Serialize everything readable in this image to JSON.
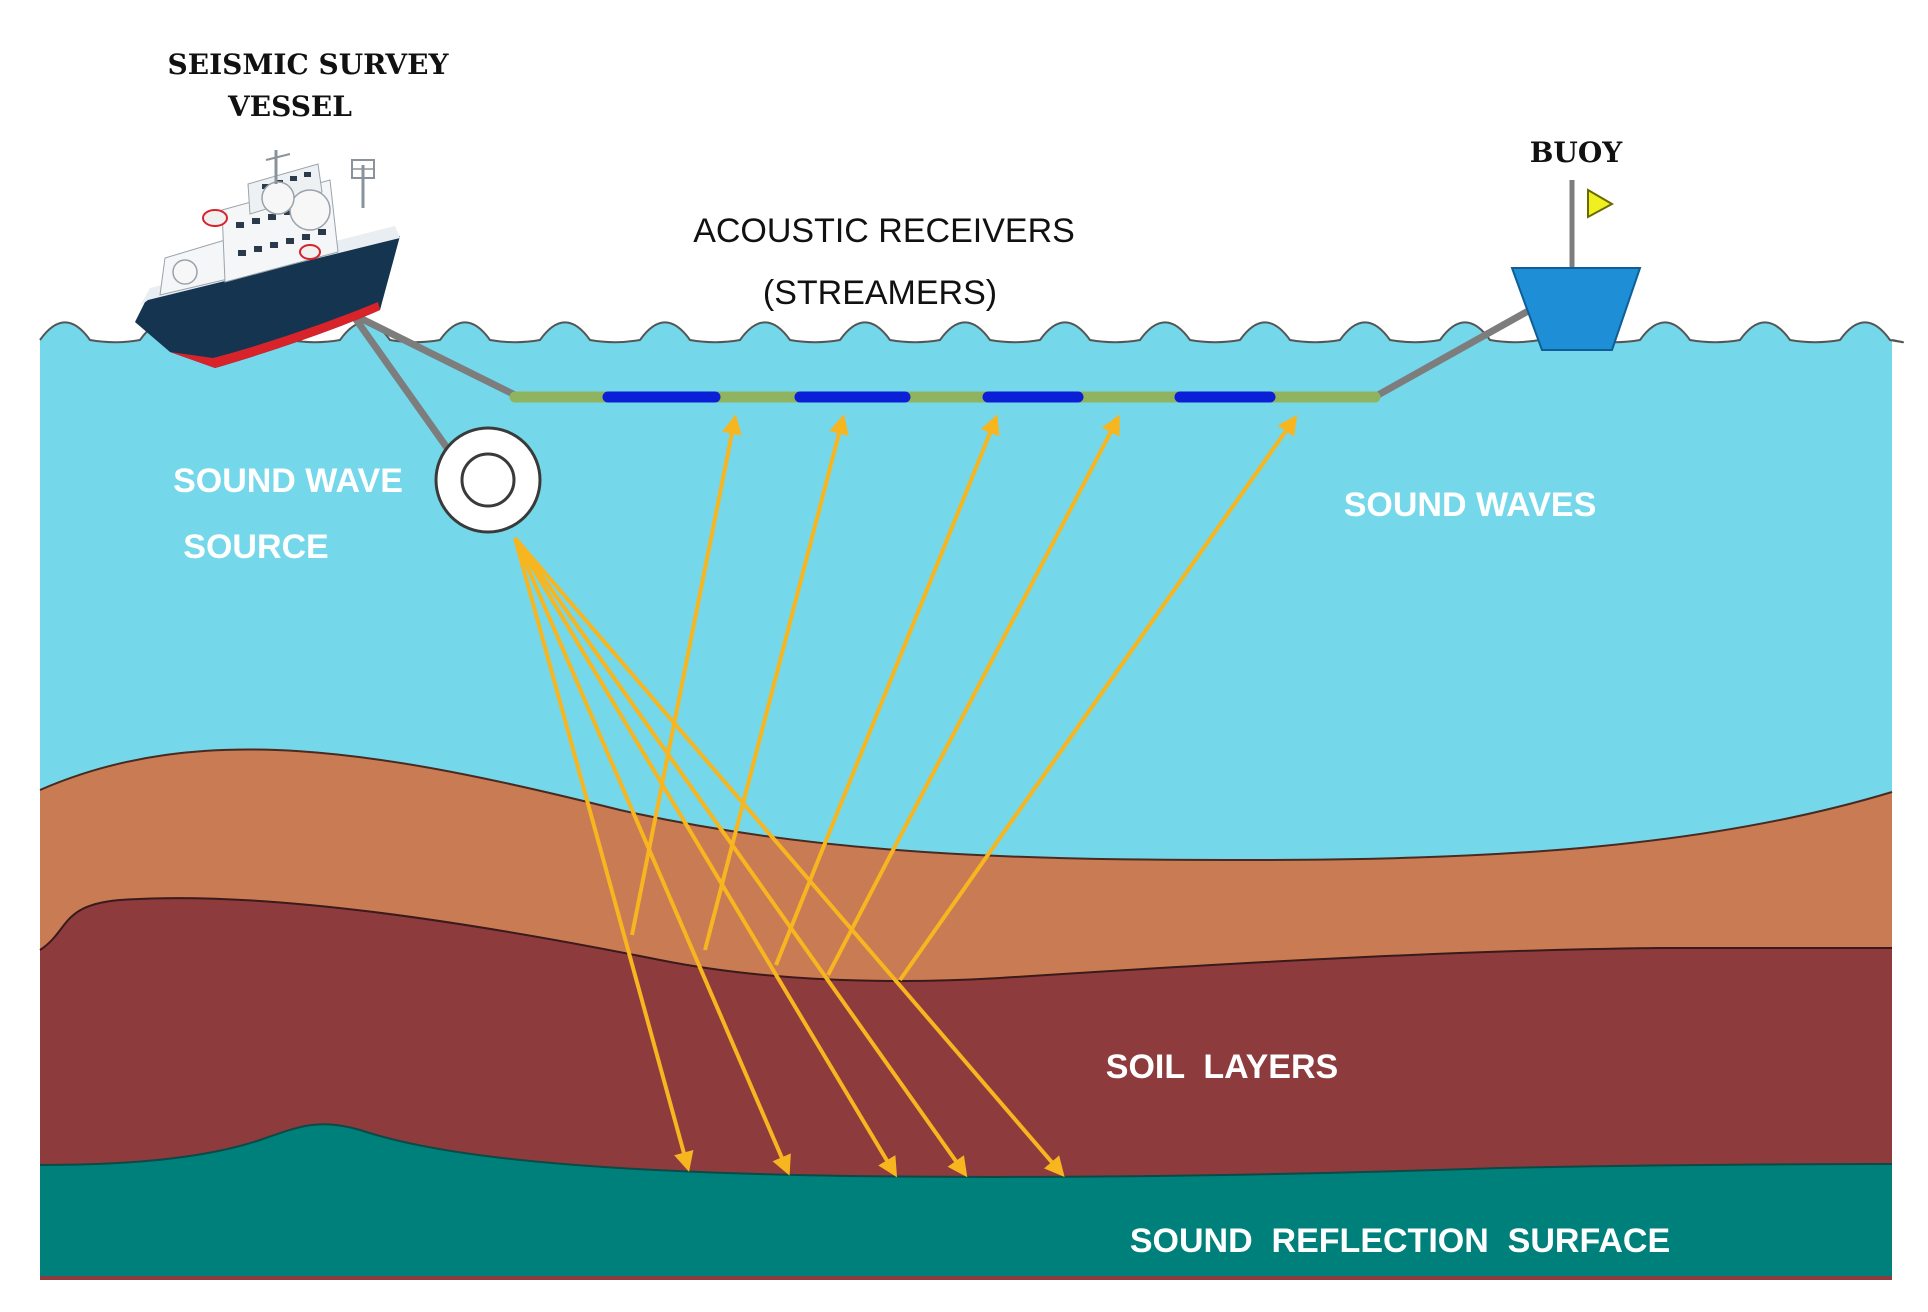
{
  "labels": {
    "vessel_line1": "SEISMIC SURVEY",
    "vessel_line2": "VESSEL",
    "buoy": "BUOY",
    "receivers_line1": "ACOUSTIC RECEIVERS",
    "receivers_line2": "(STREAMERS)",
    "source_line1": "SOUND WAVE",
    "source_line2": "SOURCE",
    "sound_waves": "SOUND WAVES",
    "soil_layers": "SOIL  LAYERS",
    "reflection_surface": "SOUND  REFLECTION  SURFACE"
  },
  "colors": {
    "water": "#74d8ea",
    "upper_soil": "#c97b54",
    "lower_soil": "#8e3b3e",
    "reflection_surface": "#00807b",
    "streamer_green": "#8fb35e",
    "streamer_blue": "#0a1fd6",
    "sound_ray": "#f7b51f",
    "buoy": "#1e8fd6",
    "buoy_flag": "#f0f020",
    "cable": "#7d7d7d",
    "vessel_hull": "#143450",
    "vessel_stripe": "#d9232b"
  },
  "icons": [
    "seismic-vessel-icon",
    "buoy-icon",
    "sound-source-icon",
    "flag-icon"
  ]
}
